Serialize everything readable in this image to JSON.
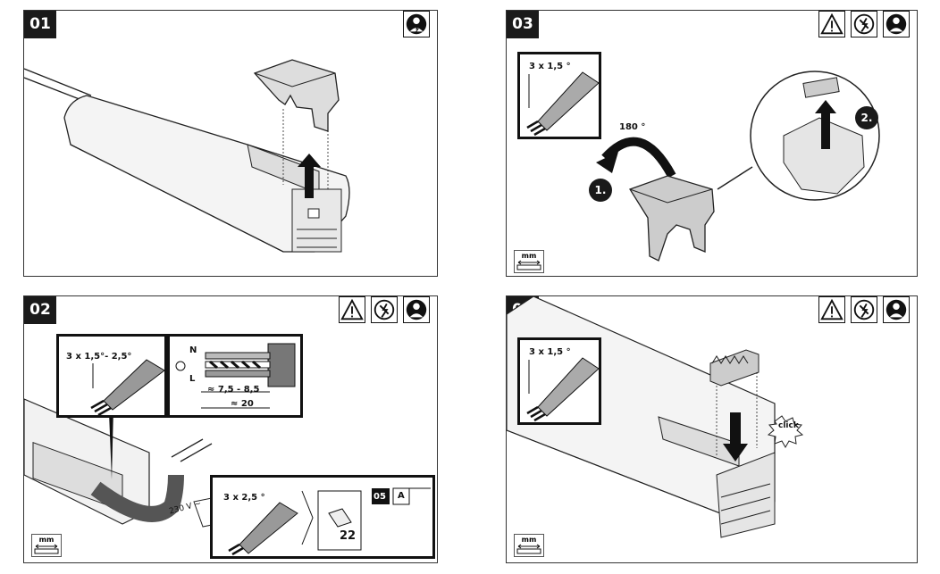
{
  "panels": [
    {
      "step": "01",
      "icons": [
        "electrician-icon"
      ]
    },
    {
      "step": "03",
      "icons": [
        "warning-icon",
        "disconnect-power-icon",
        "electrician-icon"
      ],
      "wire_spec": "3 x 1,5 °",
      "rotation": "180 °",
      "step_a": "1.",
      "step_b": "2.",
      "scale_label": "mm"
    },
    {
      "step": "02",
      "icons": [
        "warning-icon",
        "disconnect-power-icon",
        "electrician-icon"
      ],
      "wire_spec": "3 x 1,5°- 2,5°",
      "wire_n": "N",
      "wire_l": "L",
      "strip_length": "≈ 7,5 - 8,5",
      "total_length": "≈ 20",
      "voltage": "230 V ∼",
      "wire_spec_alt": "3 x 2,5 °",
      "ref_page": "22",
      "ref_step": "05",
      "ref_letter": "A",
      "scale_label": "mm"
    },
    {
      "step": "04",
      "icons": [
        "warning-icon",
        "disconnect-power-icon",
        "electrician-icon"
      ],
      "wire_spec": "3 x 1,5 °",
      "click_label": "click",
      "scale_label": "mm"
    }
  ]
}
